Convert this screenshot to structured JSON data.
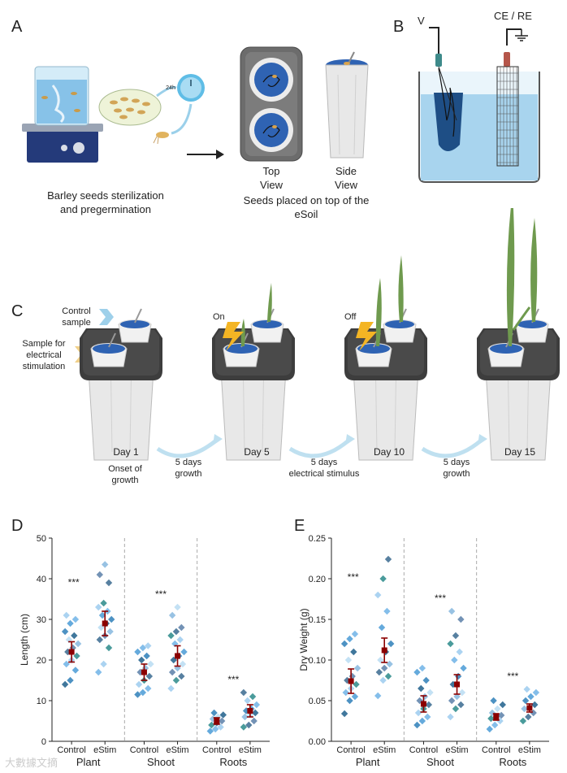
{
  "panels": {
    "A": {
      "label": "A",
      "timer_label": "24h",
      "caption_left": [
        "Barley seeds sterilization",
        "and pregermination"
      ],
      "top_view": [
        "Top",
        "View"
      ],
      "side_view": [
        "Side",
        "View"
      ],
      "caption_right": [
        "Seeds placed on top of the",
        "eSoil"
      ]
    },
    "B": {
      "label": "B",
      "v_label": "V",
      "ce_re_label": "CE / RE"
    },
    "C": {
      "label": "C",
      "control_sample": [
        "Control",
        "sample"
      ],
      "stim_sample": [
        "Sample for",
        "electrical",
        "stimulation"
      ],
      "on_label": "On",
      "off_label": "Off",
      "days": [
        "Day 1",
        "Day 5",
        "Day 10",
        "Day 15"
      ],
      "onset": [
        "Onset of",
        "growth"
      ],
      "arrows": [
        [
          "5 days",
          "growth"
        ],
        [
          "5 days",
          "electrical stimulus"
        ],
        [
          "5 days",
          "growth"
        ]
      ]
    },
    "D": {
      "label": "D"
    },
    "E": {
      "label": "E"
    }
  },
  "watermark": "大數據文摘",
  "chart_data": [
    {
      "type": "scatter",
      "panel": "D",
      "ylabel": "Length (cm)",
      "ylim": [
        0,
        50
      ],
      "yticks": [
        0,
        10,
        20,
        30,
        40,
        50
      ],
      "groups": [
        "Plant",
        "Shoot",
        "Roots"
      ],
      "subcategories": [
        "Control",
        "eStim"
      ],
      "significance": [
        "***",
        "***",
        "***"
      ],
      "means": [
        [
          22,
          29
        ],
        [
          17,
          21
        ],
        [
          5,
          7.5
        ]
      ],
      "errors": [
        [
          2.5,
          3
        ],
        [
          2,
          2.5
        ],
        [
          0.8,
          1.5
        ]
      ],
      "points": [
        [
          [
            14,
            15,
            17.5,
            19,
            20,
            21,
            22,
            23,
            24,
            25,
            26,
            27,
            29,
            30,
            31
          ],
          [
            17,
            19,
            23,
            25,
            26,
            27,
            28,
            29,
            30,
            31,
            32,
            33,
            34,
            39,
            41,
            43.5
          ]
        ],
        [
          [
            11.5,
            12,
            13,
            14,
            15,
            16,
            17,
            18,
            19,
            20,
            21,
            22,
            23,
            23.5
          ],
          [
            13,
            15,
            16,
            17,
            18,
            19,
            20,
            21,
            22,
            24,
            25,
            26,
            27,
            28,
            31,
            33
          ]
        ],
        [
          [
            2.5,
            3,
            3.5,
            4,
            4.5,
            5,
            5.5,
            6,
            6.5,
            7
          ],
          [
            3.5,
            4,
            5,
            6,
            6.5,
            7,
            7.5,
            8,
            9,
            10,
            11,
            12
          ]
        ]
      ],
      "grid": false
    },
    {
      "type": "scatter",
      "panel": "E",
      "ylabel": "Dry Weight (g)",
      "ylim": [
        0,
        0.25
      ],
      "yticks": [
        "0.00",
        "0.05",
        "0.10",
        "0.15",
        "0.20",
        "0.25"
      ],
      "groups": [
        "Plant",
        "Shoot",
        "Roots"
      ],
      "subcategories": [
        "Control",
        "eStim"
      ],
      "significance": [
        "***",
        "***",
        "***"
      ],
      "means": [
        [
          0.074,
          0.112
        ],
        [
          0.046,
          0.07
        ],
        [
          0.03,
          0.041
        ]
      ],
      "errors": [
        [
          0.015,
          0.015
        ],
        [
          0.01,
          0.012
        ],
        [
          0.004,
          0.005
        ]
      ],
      "points": [
        [
          [
            0.034,
            0.05,
            0.055,
            0.06,
            0.065,
            0.07,
            0.075,
            0.08,
            0.09,
            0.1,
            0.11,
            0.12,
            0.126,
            0.132
          ],
          [
            0.056,
            0.075,
            0.08,
            0.085,
            0.09,
            0.095,
            0.1,
            0.11,
            0.12,
            0.14,
            0.16,
            0.18,
            0.2,
            0.224
          ]
        ],
        [
          [
            0.02,
            0.025,
            0.03,
            0.035,
            0.04,
            0.045,
            0.05,
            0.055,
            0.06,
            0.065,
            0.075,
            0.085,
            0.09
          ],
          [
            0.03,
            0.04,
            0.045,
            0.05,
            0.055,
            0.06,
            0.07,
            0.08,
            0.09,
            0.1,
            0.11,
            0.12,
            0.13,
            0.15,
            0.16
          ]
        ],
        [
          [
            0.015,
            0.02,
            0.025,
            0.028,
            0.03,
            0.032,
            0.035,
            0.04,
            0.045,
            0.05
          ],
          [
            0.025,
            0.03,
            0.035,
            0.04,
            0.042,
            0.045,
            0.05,
            0.055,
            0.06,
            0.064
          ]
        ]
      ],
      "grid": false
    }
  ]
}
